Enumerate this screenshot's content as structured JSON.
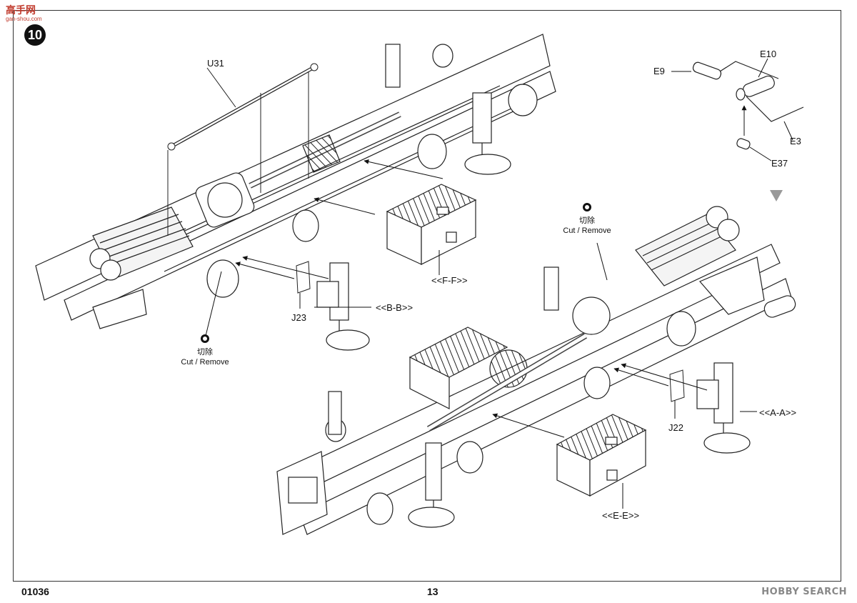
{
  "watermark_top": {
    "main": "高手网",
    "sub": "gan-shou.com"
  },
  "step_number": "10",
  "labels": {
    "u31": "U31",
    "e9": "E9",
    "e10": "E10",
    "e3": "E3",
    "e37": "E37",
    "j23": "J23",
    "j22": "J22",
    "bb": "<<B-B>>",
    "ff": "<<F-F>>",
    "aa": "<<A-A>>",
    "ee": "<<E-E>>"
  },
  "cut_notes": {
    "top_right": {
      "cn": "切除",
      "en": "Cut / Remove"
    },
    "bottom_left": {
      "cn": "切除",
      "en": "Cut / Remove"
    }
  },
  "footer": {
    "code": "01036",
    "page": "13"
  },
  "watermark_bottom": "HOBBY SEARCH"
}
